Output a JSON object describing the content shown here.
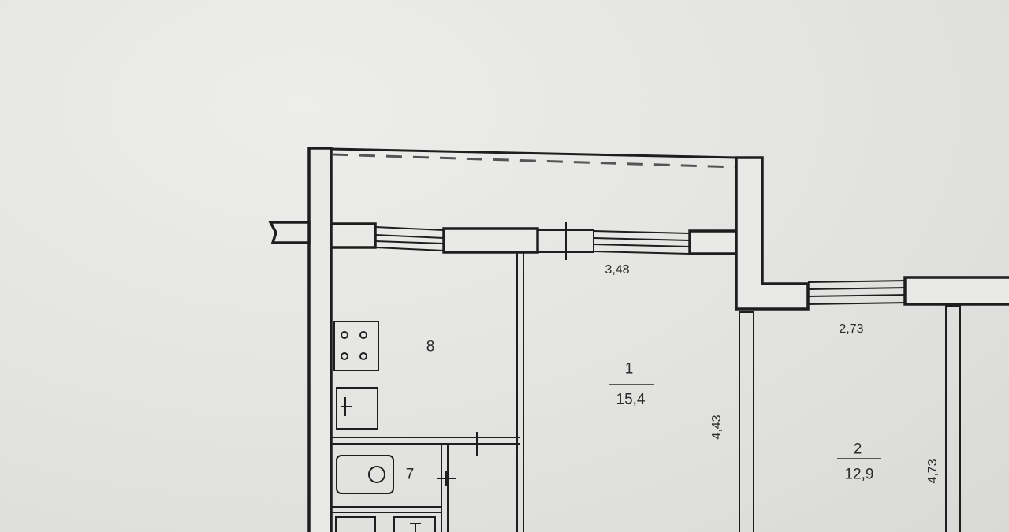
{
  "plan": {
    "rooms": [
      {
        "number": "8",
        "area": ""
      },
      {
        "number": "1",
        "area": "15,4"
      },
      {
        "number": "7",
        "area": ""
      },
      {
        "number": "2",
        "area": "12,9"
      }
    ],
    "dimensions": [
      "3,48",
      "2,73",
      "4,43",
      "4,73"
    ]
  },
  "colors": {
    "paper": "#e4e4e2",
    "ink": "#1e1e1e"
  }
}
